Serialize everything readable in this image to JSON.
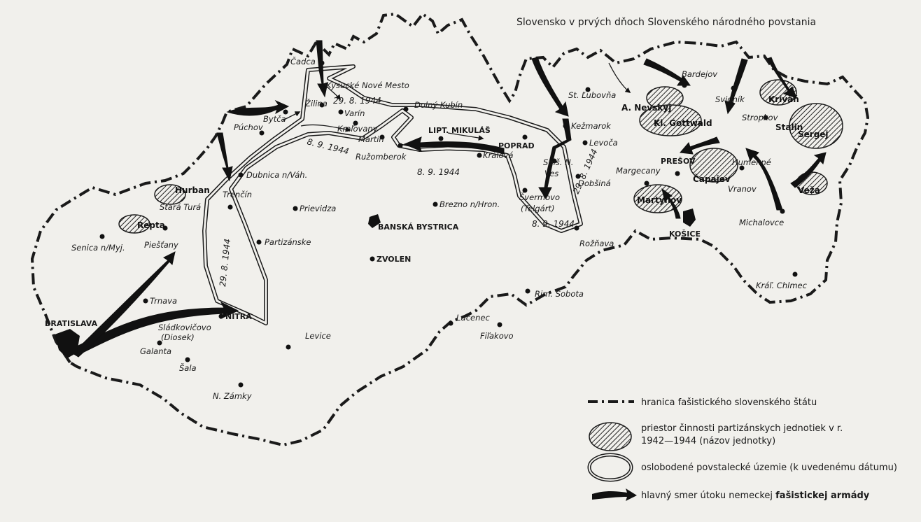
{
  "title": "Slovensko v prvých dňoch Slovenského národného povstania",
  "cities": [
    {
      "id": "cadca",
      "label": "Čadca"
    },
    {
      "id": "kysucke",
      "label": "Kysucké Nové Mesto"
    },
    {
      "id": "zilina",
      "label": "Žilina"
    },
    {
      "id": "varin",
      "label": "Varín"
    },
    {
      "id": "bytca",
      "label": "Bytča"
    },
    {
      "id": "puchov",
      "label": "Púchov"
    },
    {
      "id": "kralovany",
      "label": "Kraľovany"
    },
    {
      "id": "dolny_kubin",
      "label": "Dolný Kubín"
    },
    {
      "id": "martin",
      "label": "Martin"
    },
    {
      "id": "ruzomberok",
      "label": "Ružomberok"
    },
    {
      "id": "lipt_mikulas",
      "label": "LIPT. MIKULÁŠ"
    },
    {
      "id": "kralova",
      "label": "Králová"
    },
    {
      "id": "poprad",
      "label": "POPRAD"
    },
    {
      "id": "kezmarok",
      "label": "Kežmarok"
    },
    {
      "id": "levoca",
      "label": "Levoča"
    },
    {
      "id": "spis_ves_1",
      "label": "Spiš. N."
    },
    {
      "id": "spis_ves_2",
      "label": "Ves"
    },
    {
      "id": "st_lubovna",
      "label": "St. Ľubovňa"
    },
    {
      "id": "bardejov",
      "label": "Bardejov"
    },
    {
      "id": "svidnik",
      "label": "Svidník"
    },
    {
      "id": "stropkov",
      "label": "Stropkov"
    },
    {
      "id": "presov",
      "label": "PREŠOV"
    },
    {
      "id": "margecany",
      "label": "Margecany"
    },
    {
      "id": "humenne",
      "label": "Humenné"
    },
    {
      "id": "vranov",
      "label": "Vranov"
    },
    {
      "id": "michalovce",
      "label": "Michalovce"
    },
    {
      "id": "kosice",
      "label": "KOŠICE"
    },
    {
      "id": "kral_chlmec",
      "label": "Kráľ. Chlmec"
    },
    {
      "id": "dobsina",
      "label": "Dobšiná"
    },
    {
      "id": "svermovo_1",
      "label": "Švermovo"
    },
    {
      "id": "svermovo_2",
      "label": "(Telgárt)"
    },
    {
      "id": "roznava",
      "label": "Rožňava"
    },
    {
      "id": "dubnica",
      "label": "Dubnica n/Váh."
    },
    {
      "id": "trencin",
      "label": "Trenčín"
    },
    {
      "id": "stara_tura",
      "label": "Stará Turá"
    },
    {
      "id": "prievidza",
      "label": "Prievidza"
    },
    {
      "id": "brezno",
      "label": "Brezno n/Hron."
    },
    {
      "id": "banska_bystrica",
      "label": "BANSKÁ BYSTRICA"
    },
    {
      "id": "zvolen",
      "label": "ZVOLEN"
    },
    {
      "id": "partizanske",
      "label": "Partizánske"
    },
    {
      "id": "senica",
      "label": "Senica n/Myj."
    },
    {
      "id": "piestany",
      "label": "Piešťany"
    },
    {
      "id": "trnava",
      "label": "Trnava"
    },
    {
      "id": "bratislava",
      "label": "BRATISLAVA"
    },
    {
      "id": "nitra",
      "label": "NITRA"
    },
    {
      "id": "sladkovicovo_1",
      "label": "Sládkovičovo"
    },
    {
      "id": "sladkovicovo_2",
      "label": "(Diosek)"
    },
    {
      "id": "galanta",
      "label": "Galanta"
    },
    {
      "id": "sala",
      "label": "Šala"
    },
    {
      "id": "n_zamky",
      "label": "N. Zámky"
    },
    {
      "id": "levice",
      "label": "Levice"
    },
    {
      "id": "lucenec",
      "label": "Lučenec"
    },
    {
      "id": "filakovo",
      "label": "Fiľakovo"
    },
    {
      "id": "rim_sobota",
      "label": "Rim. Sobota"
    }
  ],
  "units": [
    {
      "id": "hurban",
      "label": "Hurban"
    },
    {
      "id": "repta",
      "label": "Repta"
    },
    {
      "id": "nevskij",
      "label": "A. Nevskyj"
    },
    {
      "id": "gottwald",
      "label": "Kl. Gottwald"
    },
    {
      "id": "krivan",
      "label": "Kriváň"
    },
    {
      "id": "stalin",
      "label": "Stalin"
    },
    {
      "id": "sergej",
      "label": "Sergej"
    },
    {
      "id": "capajev",
      "label": "Čapajev"
    },
    {
      "id": "veza",
      "label": "Veža"
    },
    {
      "id": "martynov",
      "label": "Martynov"
    }
  ],
  "dates": [
    {
      "id": "d_kysucke",
      "label": "29. 8. 1944"
    },
    {
      "id": "d_martin",
      "label": "8. 9. 1944"
    },
    {
      "id": "d_ruzomberok",
      "label": "8. 9. 1944"
    },
    {
      "id": "d_spis",
      "label": "29. 8. 1944"
    },
    {
      "id": "d_svermovo",
      "label": "8. 9. 1944"
    },
    {
      "id": "d_trencin",
      "label": "29. 8. 1944"
    }
  ],
  "legend": [
    {
      "id": "border",
      "text": "hranica fašistického slovenského štátu"
    },
    {
      "id": "partisan_1",
      "text": "priestor činnosti partizánskych jednotiek v r."
    },
    {
      "id": "partisan_2",
      "text": "1942—1944 (názov jednotky)"
    },
    {
      "id": "liberated",
      "text": "oslobodené povstalecké územie (k uvedenému dátumu)"
    },
    {
      "id": "attack_pre",
      "text": "hlavný smer útoku nemeckej "
    },
    {
      "id": "attack_bold",
      "text": "fašistickej armády"
    }
  ],
  "colors": {
    "paper": "#f1f0ec",
    "ink": "#1a1a1a"
  }
}
